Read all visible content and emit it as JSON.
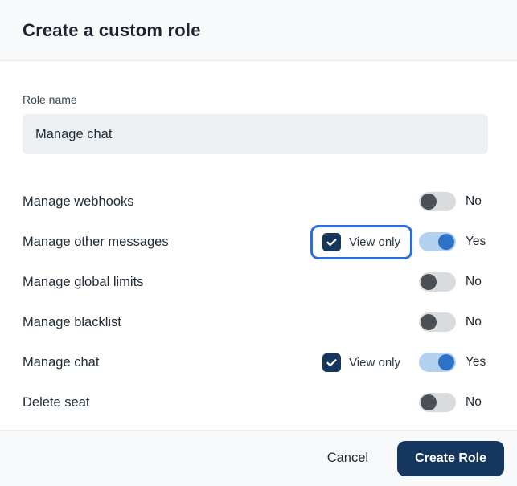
{
  "dialog": {
    "title": "Create a custom role"
  },
  "form": {
    "role_name_label": "Role name",
    "role_name_value": "Manage chat"
  },
  "permissions": [
    {
      "label": "Manage webhooks",
      "enabled": false,
      "state_label": "No",
      "view_only": false,
      "highlighted": false
    },
    {
      "label": "Manage other messages",
      "enabled": true,
      "state_label": "Yes",
      "view_only": true,
      "view_only_label": "View only",
      "view_only_checked": true,
      "highlighted": true
    },
    {
      "label": "Manage global limits",
      "enabled": false,
      "state_label": "No",
      "view_only": false,
      "highlighted": false
    },
    {
      "label": "Manage blacklist",
      "enabled": false,
      "state_label": "No",
      "view_only": false,
      "highlighted": false
    },
    {
      "label": "Manage chat",
      "enabled": true,
      "state_label": "Yes",
      "view_only": true,
      "view_only_label": "View only",
      "view_only_checked": true,
      "highlighted": false
    },
    {
      "label": "Delete seat",
      "enabled": false,
      "state_label": "No",
      "view_only": false,
      "highlighted": false
    }
  ],
  "footer": {
    "cancel_label": "Cancel",
    "create_label": "Create Role"
  },
  "colors": {
    "accent_navy": "#14365f",
    "highlight_outline_blue": "#2b6ce0",
    "toggle_on_track": "#b3d2f2",
    "toggle_on_knob": "#2e72c8",
    "toggle_off_track": "#d9dcdf",
    "toggle_off_knob": "#4a5056",
    "checkbox_fill": "#17365d",
    "input_background": "#edf0f2",
    "header_background": "#f8f9fa"
  }
}
